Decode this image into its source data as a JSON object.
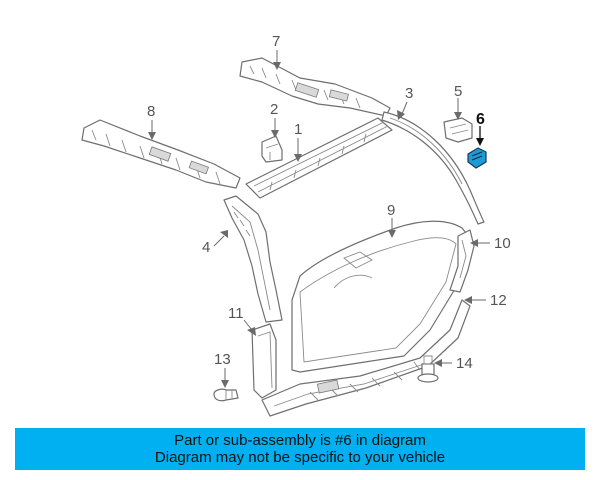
{
  "callouts": {
    "c1": "1",
    "c2": "2",
    "c3": "3",
    "c4": "4",
    "c5": "5",
    "c6": "6",
    "c7": "7",
    "c8": "8",
    "c9": "9",
    "c10": "10",
    "c11": "11",
    "c12": "12",
    "c13": "13",
    "c14": "14"
  },
  "highlight": {
    "part": "6",
    "color": "#1e9bd7"
  },
  "banner": {
    "line1": "Part or sub-assembly is #6 in diagram",
    "line2": "Diagram may not be specific to your vehicle",
    "background": "#00b0f0"
  }
}
